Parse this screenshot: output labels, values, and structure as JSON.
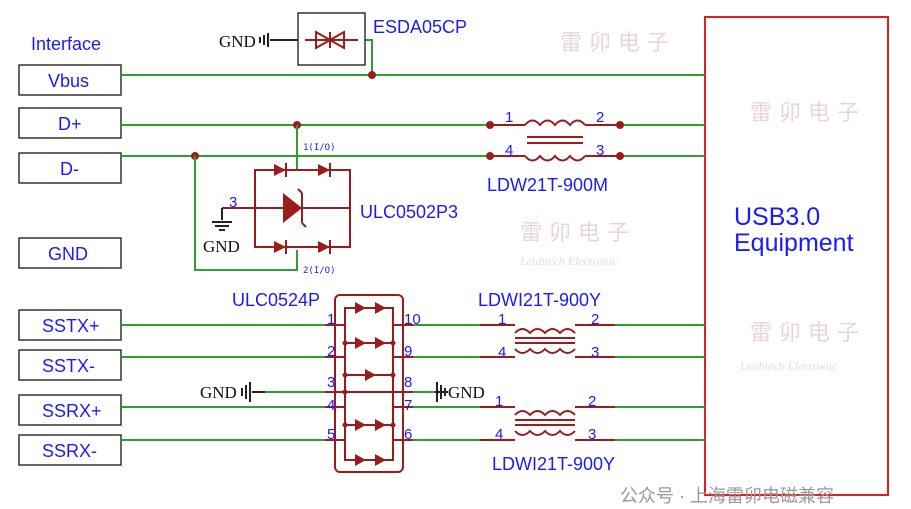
{
  "interface": {
    "title": "Interface",
    "connectors": [
      "Vbus",
      "D+",
      "D-",
      "GND",
      "SSTX+",
      "SSTX-",
      "SSRX+",
      "SSRX-"
    ]
  },
  "equipment": {
    "line1": "USB3.0",
    "line2": "Equipment"
  },
  "components": {
    "esd": {
      "name": "ESDA05CP",
      "gnd": "GND"
    },
    "tvs_dp": {
      "name": "ULC0502P3",
      "pin1": "1(I/O)",
      "pin2": "2(I/O)",
      "pin3": "3",
      "gnd": "GND"
    },
    "choke_usb2": {
      "name": "LDW21T-900M",
      "pins": [
        "1",
        "2",
        "4",
        "3"
      ]
    },
    "tvs_ss": {
      "name": "ULC0524P",
      "left_pins": [
        "1",
        "2",
        "3",
        "4",
        "5"
      ],
      "right_pins": [
        "10",
        "9",
        "8",
        "7",
        "6"
      ],
      "gnd_left": "GND",
      "gnd_right": "GND"
    },
    "choke_tx": {
      "name": "LDWI21T-900Y",
      "pins": [
        "1",
        "2",
        "4",
        "3"
      ]
    },
    "choke_rx": {
      "name": "LDWI21T-900Y",
      "pins": [
        "1",
        "2",
        "4",
        "3"
      ]
    }
  },
  "watermark": {
    "cn": "雷 卯 电 子",
    "en": "Leiditech Electronic",
    "credit": "公众号 · 上海雷卯电磁兼容"
  },
  "colors": {
    "wire": "#2ea02e",
    "component": "#9b1c1c",
    "label": "#1a1aff",
    "equipment_border": "#e02020"
  }
}
